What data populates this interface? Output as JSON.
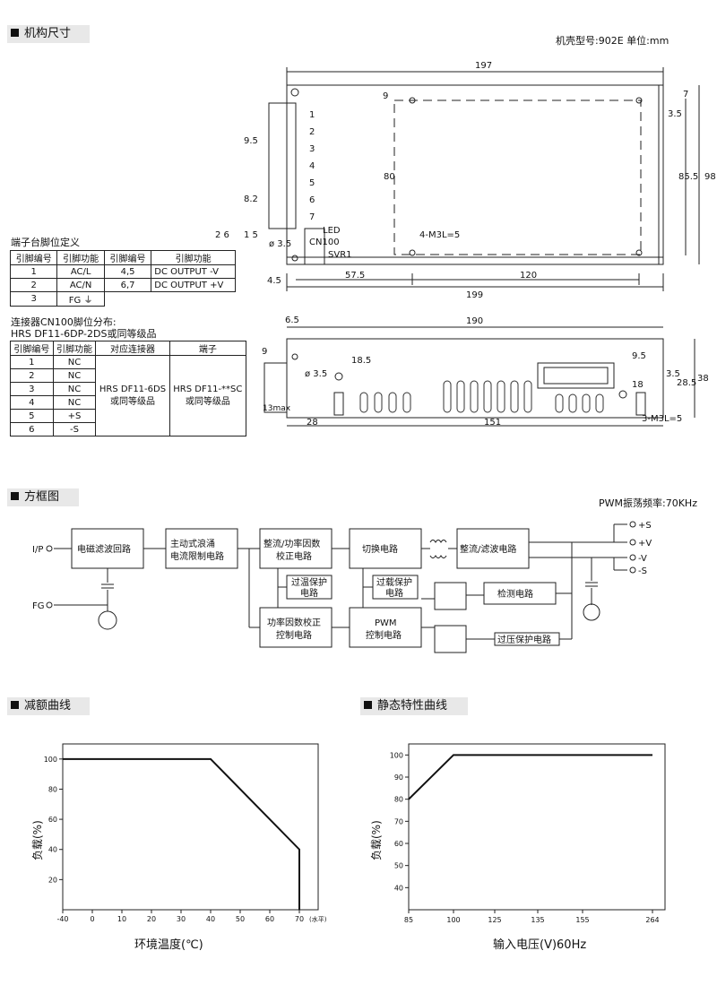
{
  "sections": {
    "dimensions": "机构尺寸",
    "block": "方框图",
    "derating": "减额曲线",
    "static": "静态特性曲线"
  },
  "case_info": "机壳型号:902E  单位:mm",
  "pwm_freq": "PWM振荡频率:70KHz",
  "terminal": {
    "title": "端子台脚位定义",
    "headers": [
      "引脚编号",
      "引脚功能",
      "引脚编号",
      "引脚功能"
    ],
    "rows": [
      [
        "1",
        "AC/L",
        "4,5",
        "DC OUTPUT -V"
      ],
      [
        "2",
        "AC/N",
        "6,7",
        "DC OUTPUT +V"
      ],
      [
        "3",
        "FG ⏚",
        "",
        ""
      ]
    ]
  },
  "connector": {
    "title1": "连接器CN100脚位分布:",
    "title2": "HRS DF11-6DP-2DS或同等级品",
    "headers": [
      "引脚编号",
      "引脚功能",
      "对应连接器",
      "端子"
    ],
    "rows": [
      [
        "1",
        "NC"
      ],
      [
        "2",
        "NC"
      ],
      [
        "3",
        "NC"
      ],
      [
        "4",
        "NC"
      ],
      [
        "5",
        "+S"
      ],
      [
        "6",
        "-S"
      ]
    ],
    "mate": "HRS DF11-6DS\n或同等级品",
    "term": "HRS DF11-**SC\n或同等级品"
  },
  "drawing": {
    "dims_top": [
      "197",
      "9",
      "7",
      "3.5",
      "80",
      "85.5",
      "98",
      "9.5",
      "8.2",
      "4-M3L=5",
      "ø 3.5",
      "57.5",
      "120",
      "199",
      "4.5"
    ],
    "pins": [
      "1",
      "2",
      "3",
      "4",
      "5",
      "6",
      "7"
    ],
    "led": "LED",
    "cn100": "CN100",
    "svr1": "SVR1",
    "cn_pins": [
      "2 6",
      "1 5"
    ],
    "dims_side": [
      "6.5",
      "190",
      "9",
      "18.5",
      "9.5",
      "18",
      "3.5",
      "28.5",
      "38",
      "ø 3.5",
      "13max",
      "28",
      "151",
      "3-M3L=5"
    ]
  },
  "blocks": {
    "ip": "I/P",
    "fg": "FG",
    "emi": "电磁滤波回路",
    "inrush": "主动式浪涌\n电流限制电路",
    "rect_pfc": "整流/功率因数\n校正电路",
    "switch": "切换电路",
    "rect_filter": "整流/滤波电路",
    "otp": "过温保护\n电路",
    "olp": "过载保护\n电路",
    "pfc_ctrl": "功率因数校正\n控制电路",
    "pwm": "PWM\n控制电路",
    "detect": "检测电路",
    "ovp": "过压保护电路",
    "outputs": [
      "+S",
      "+V",
      "-V",
      "-S"
    ]
  },
  "derating_chart": {
    "ylabel": "负载(%)",
    "xlabel": "环境温度(℃)",
    "x_unit": "(水平)",
    "x_ticks": [
      "-40",
      "0",
      "10",
      "20",
      "30",
      "40",
      "50",
      "60",
      "70"
    ],
    "y_ticks": [
      "100",
      "80",
      "60",
      "40",
      "20"
    ]
  },
  "static_chart": {
    "ylabel": "负载(%)",
    "xlabel": "输入电压(V)60Hz",
    "x_ticks": [
      "85",
      "100",
      "125",
      "135",
      "155",
      "264"
    ],
    "y_ticks": [
      "100",
      "90",
      "80",
      "70",
      "60",
      "50",
      "40"
    ]
  },
  "chart_data": [
    {
      "type": "line",
      "xlabel": "环境温度(℃)",
      "ylabel": "负载(%)",
      "series": [
        {
          "x": [
            -40,
            40,
            70,
            70
          ],
          "y": [
            100,
            100,
            40,
            0
          ]
        }
      ],
      "xlim": [
        -40,
        75
      ],
      "ylim": [
        0,
        110
      ]
    },
    {
      "type": "line",
      "xlabel": "输入电压(V)60Hz",
      "ylabel": "负载(%)",
      "series": [
        {
          "x": [
            85,
            100,
            264
          ],
          "y": [
            80,
            100,
            100
          ]
        }
      ],
      "xlim": [
        85,
        264
      ],
      "ylim": [
        30,
        105
      ]
    }
  ]
}
